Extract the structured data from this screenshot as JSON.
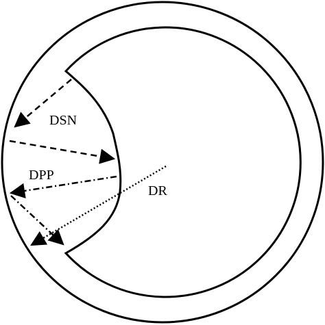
{
  "labels": {
    "dsn": "DSN",
    "dpp": "DPP",
    "dr": "DR"
  },
  "colors": {
    "stroke": "#000000",
    "background": "#ffffff"
  }
}
